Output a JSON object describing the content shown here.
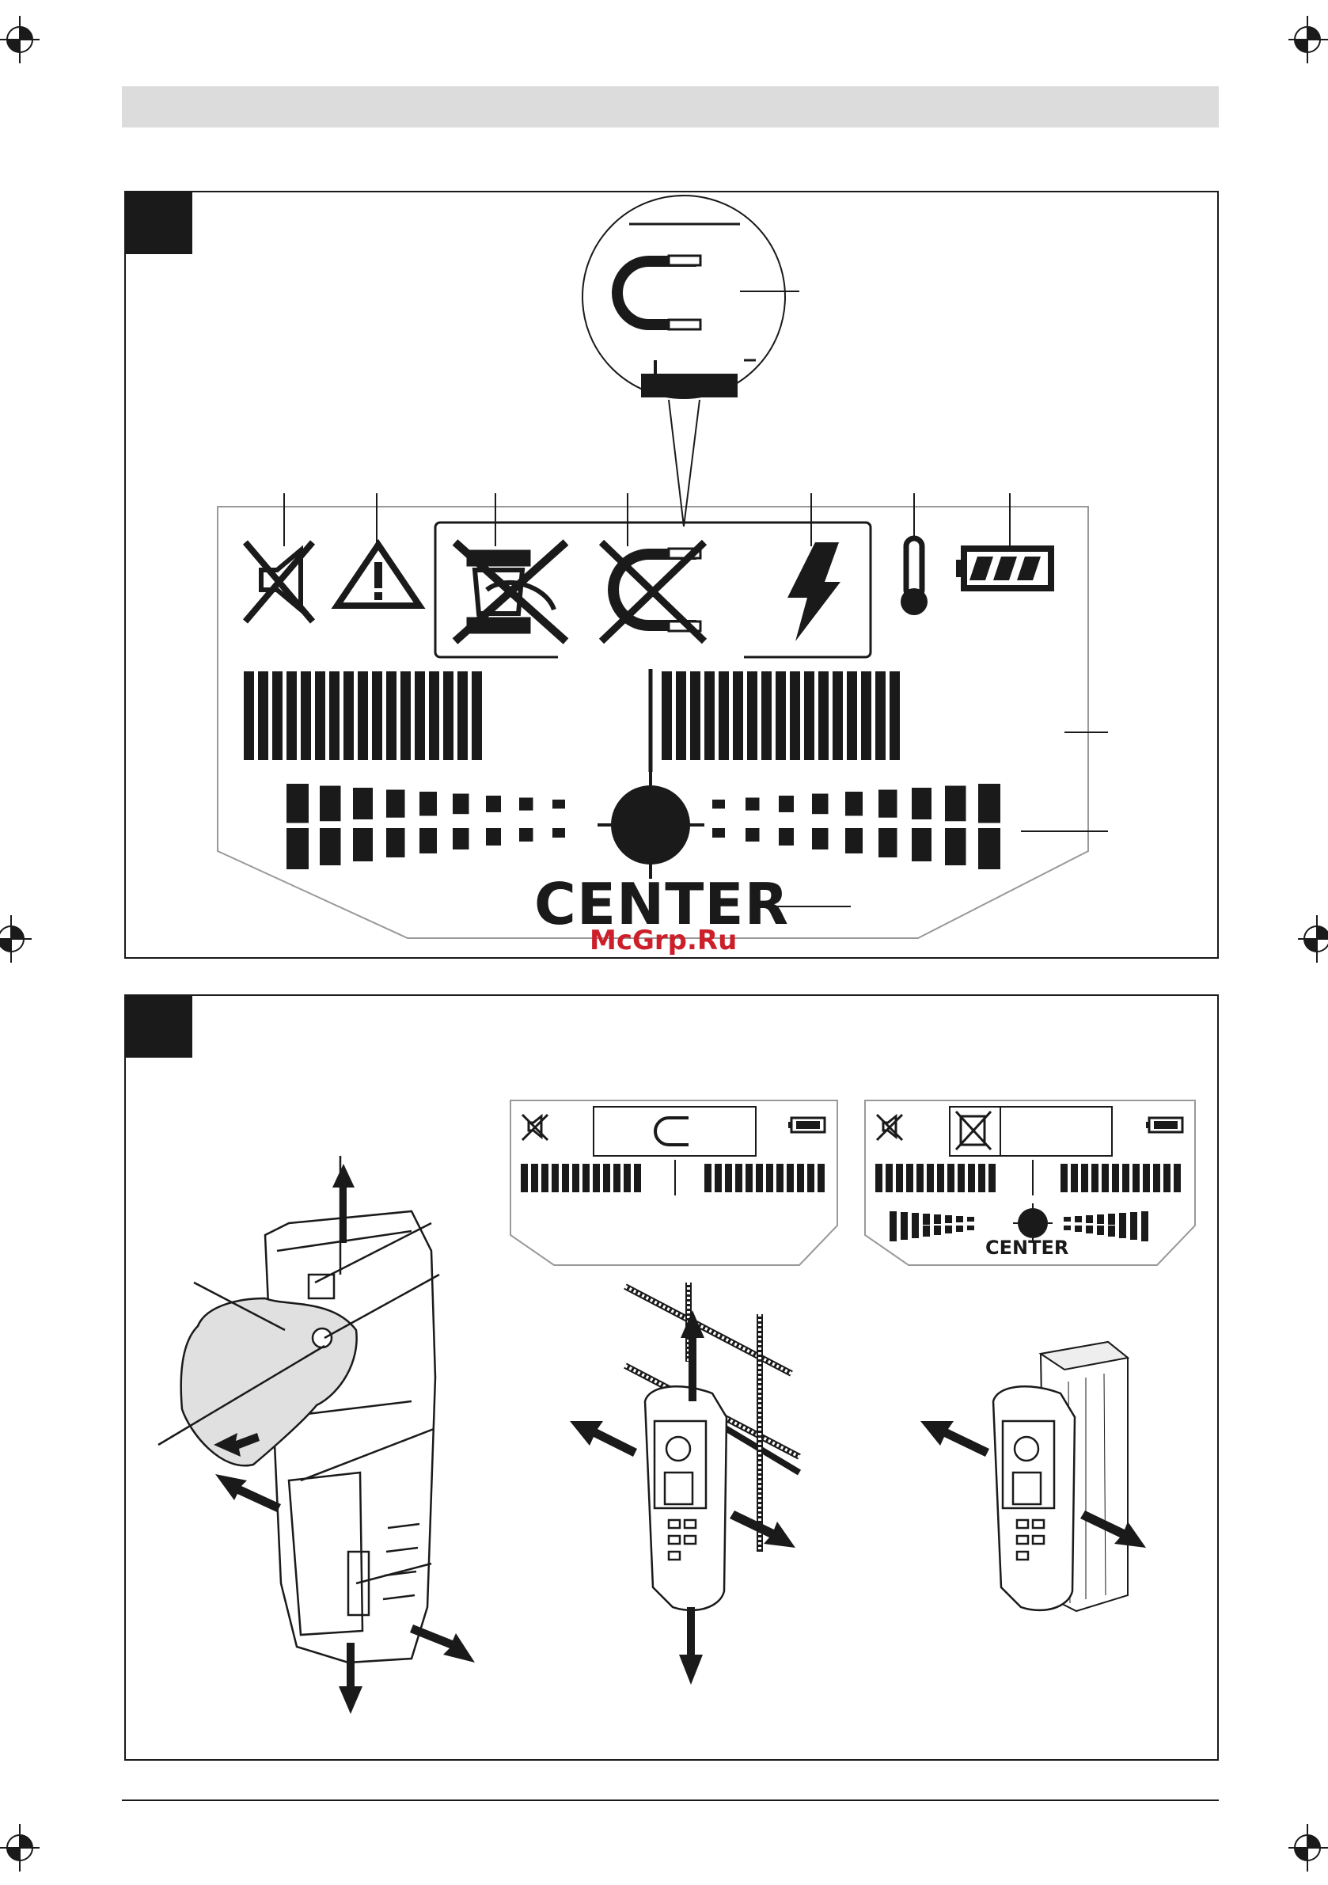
{
  "header": {
    "title": ""
  },
  "figure_1": {
    "number": "",
    "display": {
      "center_label": "CENTER",
      "icons": [
        "sound-off-icon",
        "warning-icon",
        "non-metal-icon",
        "metal-crossed-icon",
        "live-wire-icon",
        "temperature-icon",
        "battery-icon"
      ],
      "zoom_icon": "magnet-icon"
    }
  },
  "figure_2": {
    "number": "",
    "mini_display_b": {
      "center_label": "CENTER"
    }
  },
  "watermark": "McGrp.Ru",
  "colors": {
    "ink": "#1a1a1a",
    "gray_bar": "#dcdcdc",
    "watermark": "#cc1f2a"
  }
}
